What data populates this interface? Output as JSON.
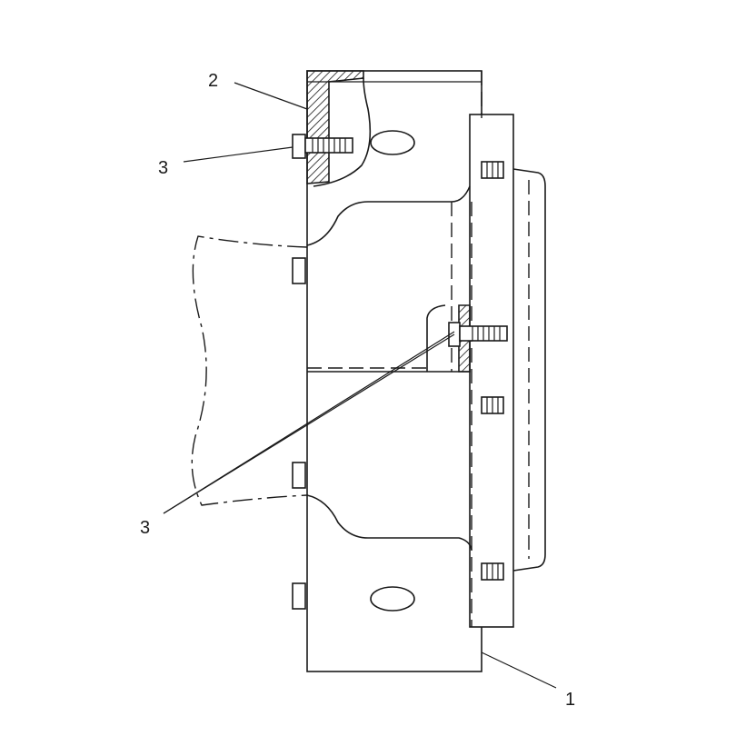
{
  "figure": {
    "callouts": [
      {
        "id": "c1",
        "label": "1"
      },
      {
        "id": "c2",
        "label": "2"
      },
      {
        "id": "c3a",
        "label": "3"
      },
      {
        "id": "c3b",
        "label": "3"
      }
    ]
  },
  "colors": {
    "line": "#1a1a1a",
    "background": "#ffffff"
  }
}
